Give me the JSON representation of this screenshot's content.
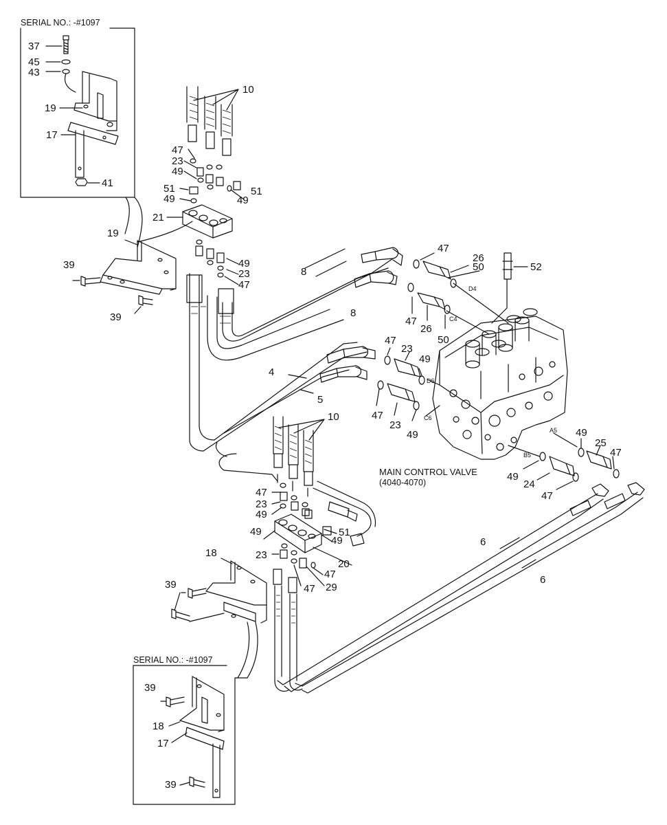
{
  "serial_top": "SERIAL NO.: -#1097",
  "serial_bottom": "SERIAL NO.: -#1097",
  "valve_name": "MAIN CONTROL VALVE",
  "valve_models": "(4040-4070)",
  "ports": [
    "D4",
    "C4",
    "D6",
    "C6",
    "A5",
    "B5"
  ],
  "labels": [
    "37",
    "45",
    "43",
    "19",
    "17",
    "41",
    "10",
    "47",
    "23",
    "49",
    "51",
    "49",
    "51",
    "49",
    "21",
    "19",
    "49",
    "23",
    "47",
    "39",
    "39",
    "8",
    "8",
    "47",
    "26",
    "50",
    "52",
    "47",
    "26",
    "50",
    "47",
    "23",
    "49",
    "4",
    "5",
    "47",
    "23",
    "49",
    "49",
    "25",
    "47",
    "49",
    "24",
    "47",
    "10",
    "47",
    "23",
    "49",
    "49",
    "51",
    "49",
    "18",
    "23",
    "20",
    "47",
    "29",
    "47",
    "39",
    "6",
    "6",
    "39",
    "18",
    "17",
    "39"
  ]
}
